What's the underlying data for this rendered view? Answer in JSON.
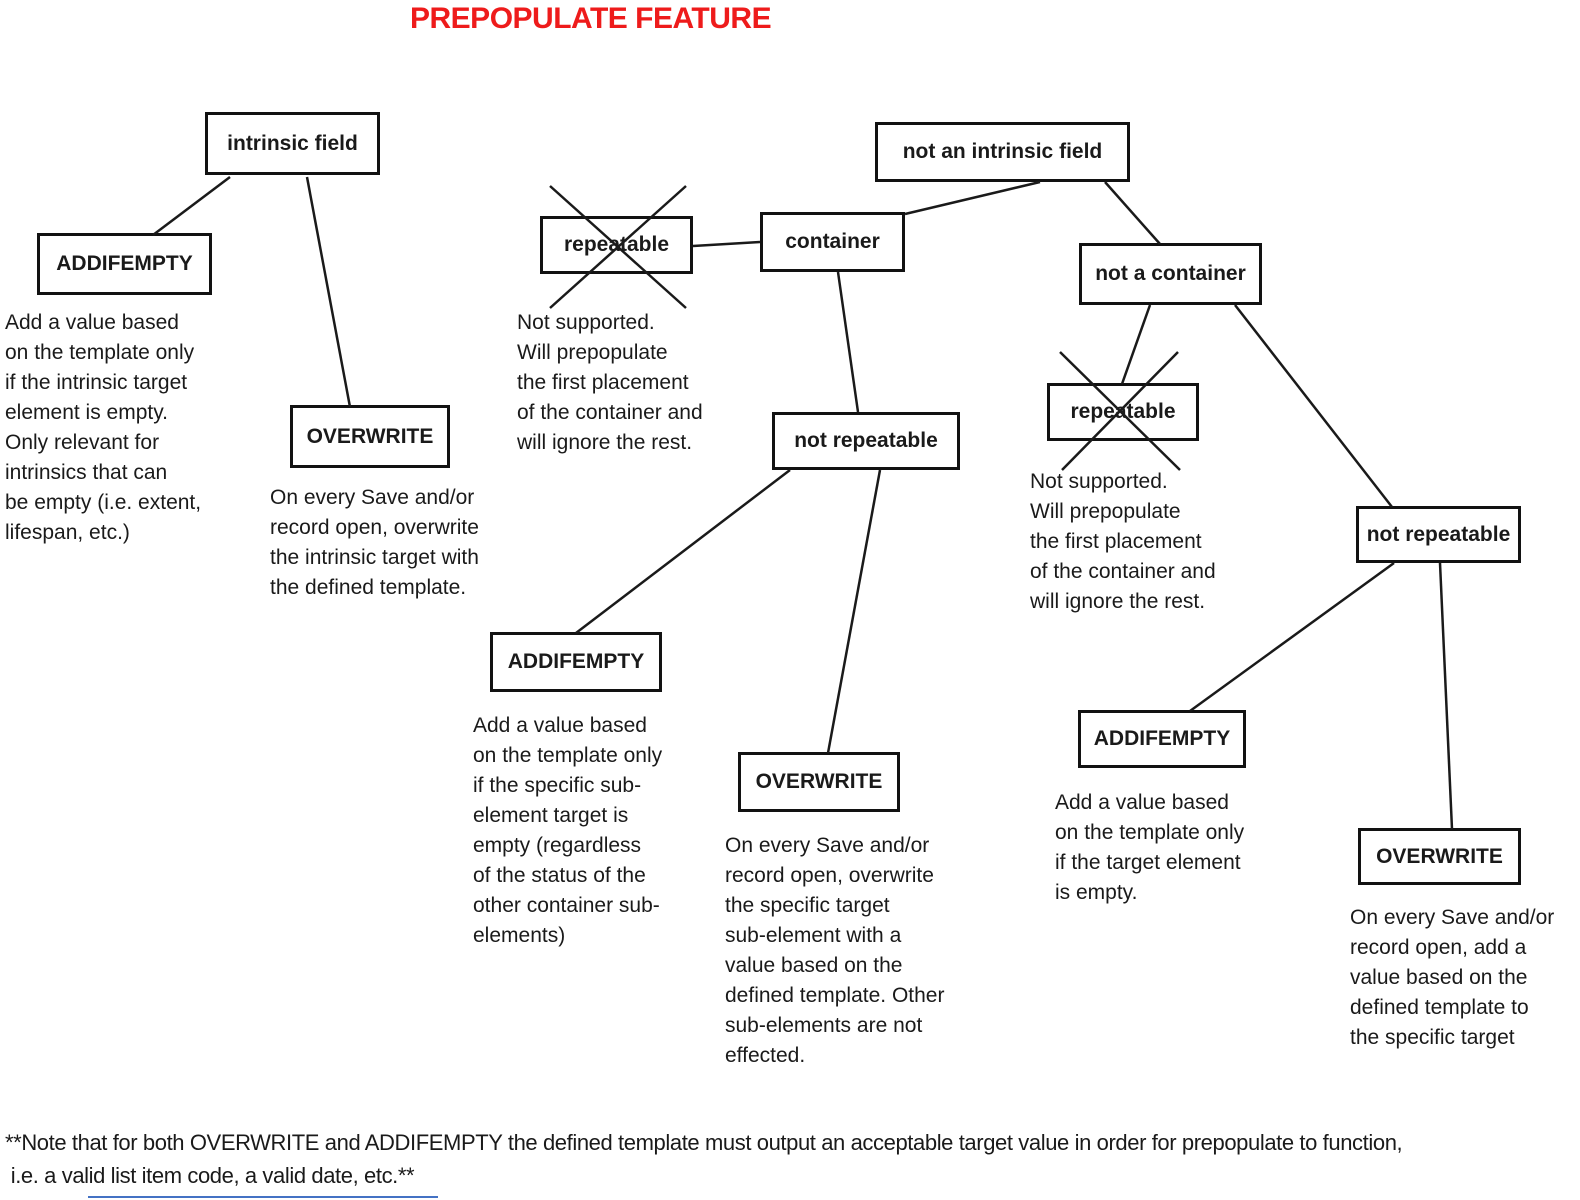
{
  "title": "PREPOPULATE FEATURE",
  "colors": {
    "title_red": "#ee1b1b",
    "line_black": "#1a1a1a",
    "bottom_underline_blue": "#4472c4",
    "background": "#ffffff"
  },
  "nodes": {
    "intrinsic_field": "intrinsic field",
    "addifempty_left": "ADDIFEMPTY",
    "overwrite_left": "OVERWRITE",
    "repeatable_mid": "repeatable",
    "container": "container",
    "not_intrinsic": "not an intrinsic field",
    "not_container": "not a container",
    "not_repeatable_mid": "not repeatable",
    "repeatable_right": "repeatable",
    "not_repeatable_right": "not repeatable",
    "addifempty_mid": "ADDIFEMPTY",
    "overwrite_mid": "OVERWRITE",
    "addifempty_right": "ADDIFEMPTY",
    "overwrite_right": "OVERWRITE"
  },
  "descriptions": {
    "addifempty_left": "Add a value based\non the template only\nif the intrinsic target\nelement is empty.\nOnly relevant for\nintrinsics that can\nbe empty (i.e. extent,\nlifespan, etc.)",
    "overwrite_left": "On every Save and/or\nrecord open, overwrite\nthe intrinsic target with\nthe defined template.",
    "not_supported_mid": "Not supported.\nWill prepopulate\nthe first placement\nof the container and\nwill ignore the rest.",
    "addifempty_mid": "Add a value based\non the template only\nif the specific sub-\nelement target is\nempty (regardless\nof the status of the\nother container sub-\nelements)",
    "overwrite_mid": "On every Save and/or\nrecord open, overwrite\nthe specific target\nsub-element with a\nvalue based on the\ndefined template. Other\nsub-elements are not\neffected.",
    "not_supported_right": "Not supported.\nWill prepopulate\nthe first placement\nof the container and\nwill ignore the rest.",
    "addifempty_right": "Add a value based\non the template only\nif the target element\nis empty.",
    "overwrite_right": "On every Save and/or\nrecord open, add a\nvalue based on the\ndefined template to\nthe specific target"
  },
  "footnote": "**Note that for both OVERWRITE and ADDIFEMPTY the defined template must output an acceptable target value in order for prepopulate to function,\n i.e. a valid list item code, a valid date, etc.**"
}
